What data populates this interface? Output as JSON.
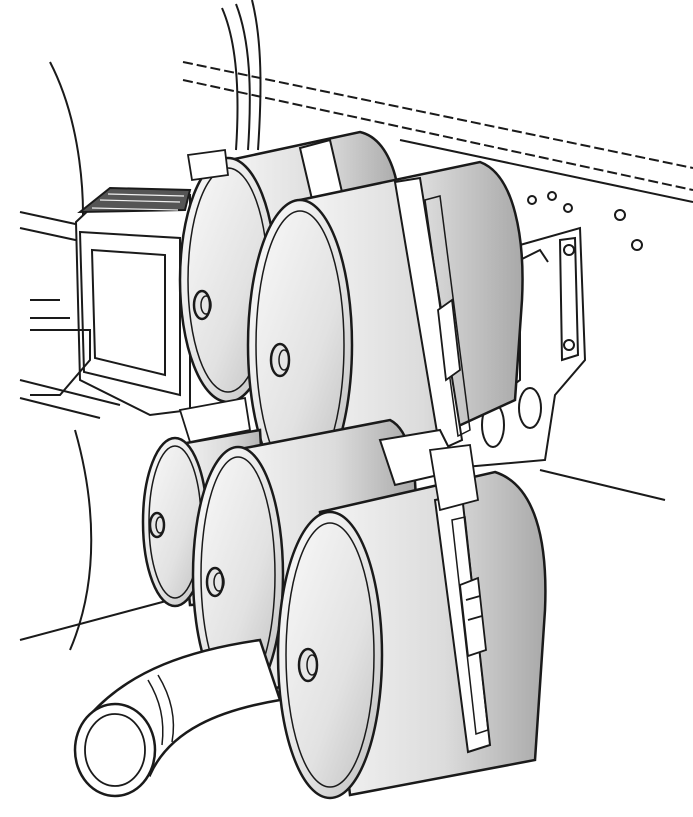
{
  "illustration": {
    "colors": {
      "background": "#ffffff",
      "line": "#1a1a1a",
      "tank_light": "#f7f7f7",
      "tank_mid": "#d9d9d9",
      "tank_dark": "#a8a8a8",
      "cap_face": "#e6e6e6"
    },
    "components": [
      "frame-rail",
      "battery-box",
      "air-tank-upper-rear",
      "air-tank-upper-front",
      "air-tank-lower-rear",
      "air-tank-lower-middle",
      "air-tank-lower-front",
      "mounting-strap",
      "mounting-bracket",
      "exhaust-pipe"
    ]
  }
}
